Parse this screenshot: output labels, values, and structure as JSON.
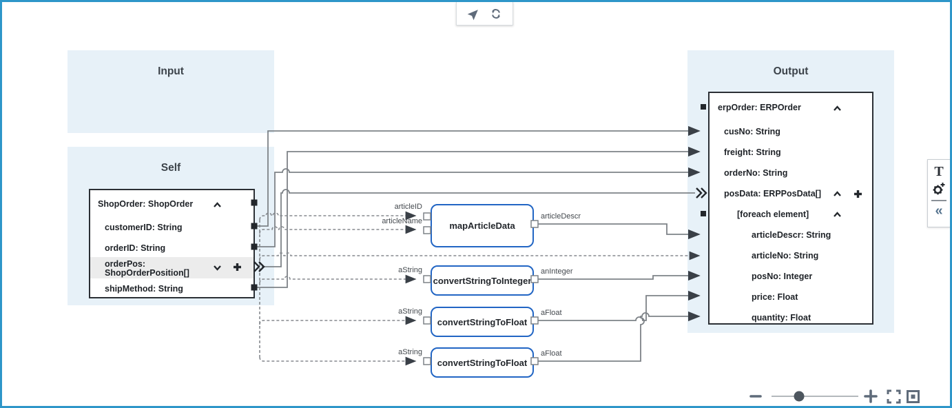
{
  "header_toolbar": {
    "navigate_icon": "navigate",
    "refresh_icon": "refresh"
  },
  "panels": {
    "input": {
      "title": "Input"
    },
    "self": {
      "title": "Self",
      "rows": [
        {
          "label": "ShopOrder: ShopOrder"
        },
        {
          "label": "customerID: String"
        },
        {
          "label": "orderID: String"
        },
        {
          "label_line1": "orderPos:",
          "label_line2": "ShopOrderPosition[]"
        },
        {
          "label": "shipMethod: String"
        }
      ]
    },
    "output": {
      "title": "Output",
      "rows": [
        {
          "label": "erpOrder: ERPOrder"
        },
        {
          "label": "cusNo: String"
        },
        {
          "label": "freight: String"
        },
        {
          "label": "orderNo: String"
        },
        {
          "label": "posData: ERPPosData[]"
        },
        {
          "label": "[foreach element]"
        },
        {
          "label": "articleDescr: String"
        },
        {
          "label": "articleNo: String"
        },
        {
          "label": "posNo: Integer"
        },
        {
          "label": "price: Float"
        },
        {
          "label": "quantity: Float"
        }
      ]
    }
  },
  "functions": [
    {
      "name": "mapArticleData",
      "inputs": [
        "articleID",
        "articleName"
      ],
      "output": "articleDescr"
    },
    {
      "name": "convertStringToInteger",
      "inputs": [
        "aString"
      ],
      "output": "anInteger"
    },
    {
      "name": "convertStringToFloat",
      "inputs": [
        "aString"
      ],
      "output": "aFloat"
    },
    {
      "name": "convertStringToFloat",
      "inputs": [
        "aString"
      ],
      "output": "aFloat"
    }
  ],
  "side_toolbar": {
    "text_tool_label": "T",
    "collapse_label": "«"
  },
  "colors": {
    "accent_border": "#2e96c9",
    "panel_bg": "#e7f1f8",
    "function_border": "#2165c4",
    "wire": "#7d8287",
    "icon": "#5f6b7a"
  }
}
